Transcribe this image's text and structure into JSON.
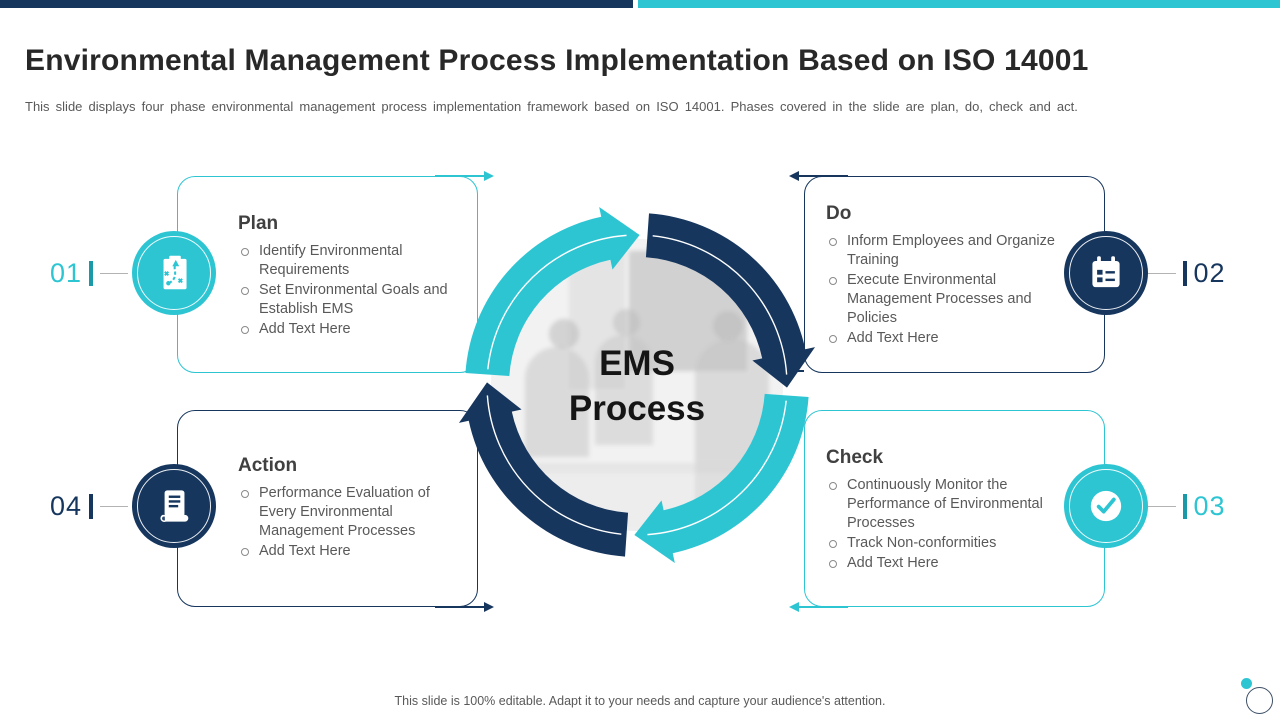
{
  "slide": {
    "title": "Environmental Management Process Implementation Based on ISO 14001",
    "subtitle": "This slide displays four phase environmental  management  process implementation framework  based on ISO 14001. Phases covered in the slide are plan, do, check and act.",
    "footer": "This slide is 100% editable. Adapt it to your needs and capture your audience's attention."
  },
  "center": {
    "label_line1": "EMS",
    "label_line2": "Process"
  },
  "colors": {
    "cyan": "#2EC5D3",
    "navy": "#16365E",
    "title_text": "#282828",
    "body_text": "#595959"
  },
  "phases": [
    {
      "number": "01",
      "title": "Plan",
      "color": "cyan",
      "icon": "strategy-plan-icon",
      "bullets": [
        "Identify  Environmental Requirements",
        "Set Environmental  Goals and Establish EMS",
        "Add Text Here"
      ]
    },
    {
      "number": "02",
      "title": "Do",
      "color": "navy",
      "icon": "calendar-icon",
      "bullets": [
        "Inform  Employees and Organize Training",
        "Execute  Environmental Management Processes and Policies",
        "Add Text Here"
      ]
    },
    {
      "number": "03",
      "title": "Check",
      "color": "cyan",
      "icon": "check-mark-icon",
      "bullets": [
        "Continuously  Monitor the Performance  of Environmental  Processes",
        "Track  Non-conformities",
        "Add Text Here"
      ]
    },
    {
      "number": "04",
      "title": "Action",
      "color": "navy",
      "icon": "scroll-document-icon",
      "bullets": [
        "Performance Evaluation  of Every Environmental Management Processes",
        "Add Text Here"
      ]
    }
  ]
}
